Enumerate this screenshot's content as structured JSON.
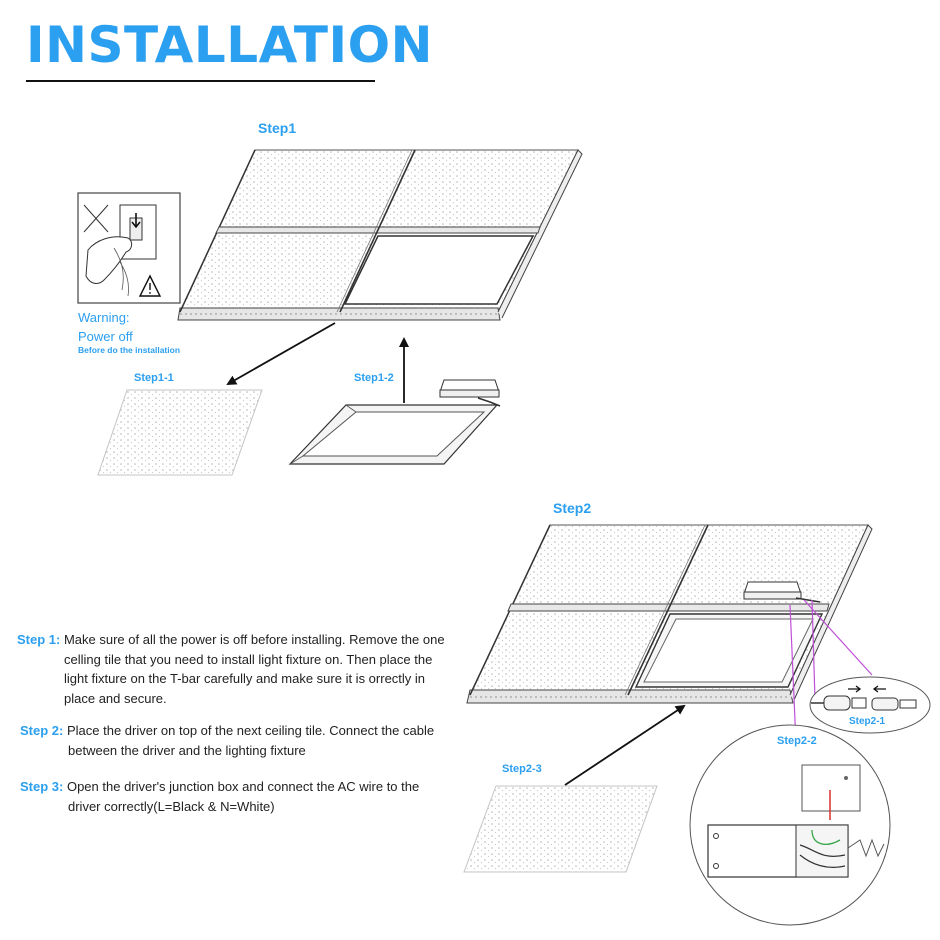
{
  "header": {
    "title": "INSTALLATION"
  },
  "diagram": {
    "step1": {
      "label": "Step1",
      "warning_title": "Warning:",
      "warning_line": "Power off",
      "warning_sub": "Before do the installation",
      "sub1": "Step1-1",
      "sub2": "Step1-2"
    },
    "step2": {
      "label": "Step2",
      "sub1": "Step2-1",
      "sub2": "Step2-2",
      "sub3": "Step2-3"
    }
  },
  "instructions": [
    {
      "label": "Step 1:",
      "lines": [
        "Make sure of all the power is off before installing. Remove the one",
        "celling tile that you need to install light fixture on. Then place the",
        "light fixture on the T-bar carefully and make sure it is orrectly in",
        "place and secure."
      ]
    },
    {
      "label": "Step 2:",
      "lines": [
        "Place the driver on top of the next ceiling tile. Connect the cable",
        "between the driver and the  lighting fixture"
      ]
    },
    {
      "label": "Step 3:",
      "lines": [
        "Open the driver's junction box and connect the AC wire to the",
        "driver correctly(L=Black & N=White)"
      ]
    }
  ],
  "colors": {
    "accent": "#2b9ff0",
    "magenta": "#c04fd8",
    "red": "#d9302c",
    "green": "#3aa64a"
  }
}
